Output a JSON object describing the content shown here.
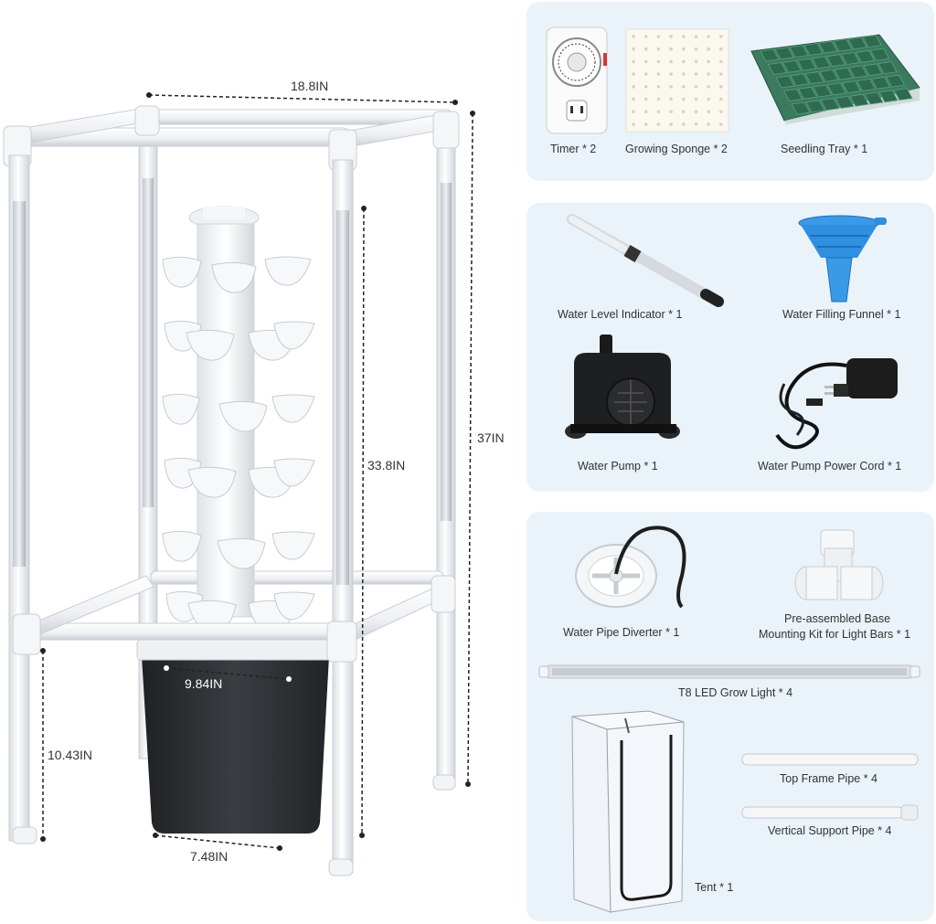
{
  "dimensions": {
    "frame_width": "18.8IN",
    "frame_height": "37IN",
    "tower_height": "33.8IN",
    "bucket_top_width": "9.84IN",
    "bucket_bottom_width": "7.48IN",
    "leg_height": "10.43IN"
  },
  "accessories": {
    "timer": "Timer * 2",
    "sponge": "Growing Sponge * 2",
    "seedling_tray": "Seedling Tray * 1"
  },
  "pump_parts": {
    "level_indicator": "Water Level Indicator * 1",
    "funnel": "Water Filling Funnel * 1",
    "pump": "Water Pump * 1",
    "power_cord": "Water Pump Power Cord * 1"
  },
  "frame_parts": {
    "diverter": "Water Pipe Diverter * 1",
    "base_kit_line1": "Pre-assembled Base",
    "base_kit_line2": "Mounting Kit for Light Bars * 1",
    "grow_light": "T8 LED Grow Light * 4",
    "top_pipe": "Top Frame Pipe * 4",
    "vertical_pipe": "Vertical Support Pipe * 4",
    "tent": "Tent * 1"
  },
  "colors": {
    "panel_bg": "#eaf3fa",
    "pipe_white": "#f3f5f7",
    "funnel_blue": "#2f8fe0",
    "bucket_black": "#2b2d30"
  }
}
